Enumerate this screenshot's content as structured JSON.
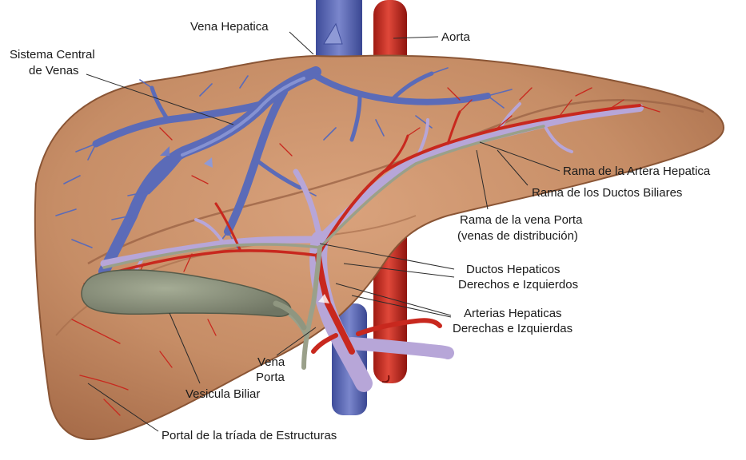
{
  "labels": {
    "vena_hepatica": "Vena Hepatica",
    "aorta": "Aorta",
    "sistema_central_1": "Sistema Central",
    "sistema_central_2": "de Venas",
    "rama_arteria": "Rama de la Artera Hepatica",
    "rama_ductos": "Rama de los Ductos Biliares",
    "rama_vena_porta_1": "Rama de la vena Porta",
    "rama_vena_porta_2": "(venas de distribución)",
    "ductos_hepaticos_1": "Ductos Hepaticos",
    "ductos_hepaticos_2": "Derechos e Izquierdos",
    "arterias_hepaticas_1": "Arterias Hepaticas",
    "arterias_hepaticas_2": "Derechas e Izquierdas",
    "vena_porta_1": "Vena",
    "vena_porta_2": "Porta",
    "vesicula_biliar": "Vesicula Biliar",
    "portal_triada": "Portal de la tríada de Estructuras"
  },
  "colors": {
    "liver": "#c9906a",
    "hepatic_vein": "#5b6bb8",
    "artery": "#c8281e",
    "portal_vein": "#b7a6d8",
    "gallbladder": "#8f9680",
    "bile_duct": "#9aa08a"
  }
}
